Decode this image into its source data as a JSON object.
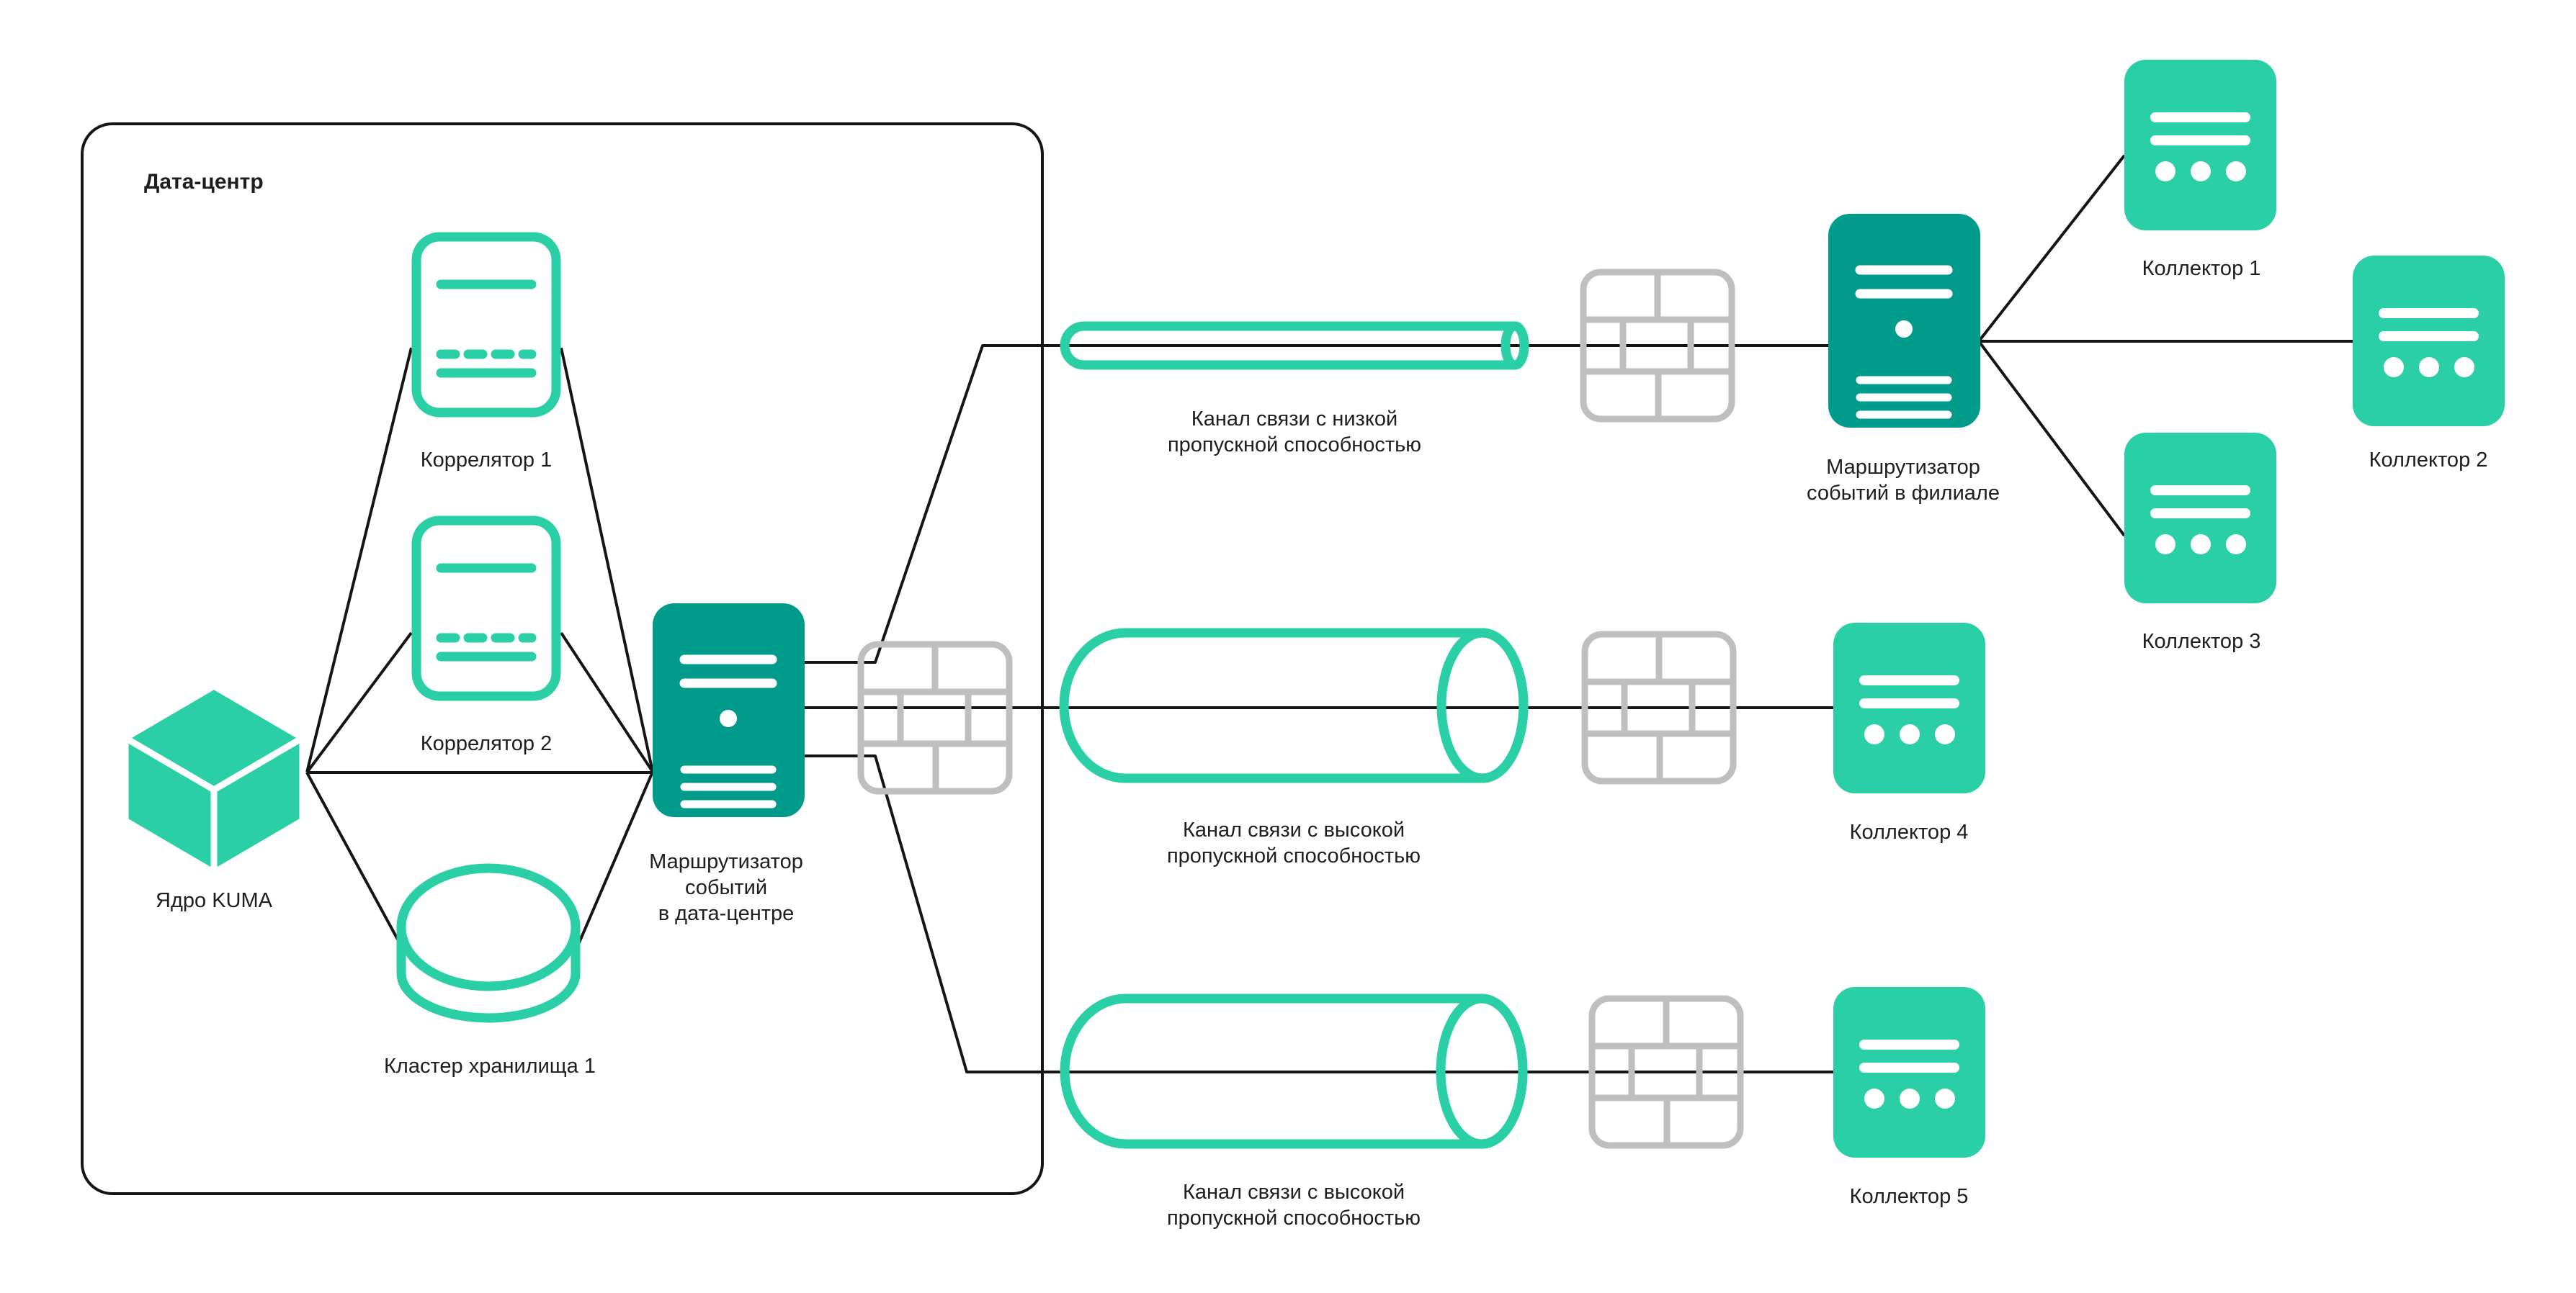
{
  "diagram": {
    "datacenter_title": "Дата-центр",
    "colors": {
      "teal": "#2BCFA6",
      "teal_dark": "#009B8A",
      "gray": "#BFBFBF",
      "line": "#151515",
      "text": "#1E1E1E",
      "background": "#FFFFFF",
      "icon_detail": "#FFFFFF"
    },
    "nodes": {
      "kuma_core": {
        "label": "Ядро KUMA",
        "icon": "cube-icon"
      },
      "correlator_1": {
        "label": "Коррелятор 1",
        "icon": "document-outline-icon"
      },
      "correlator_2": {
        "label": "Коррелятор 2",
        "icon": "document-outline-icon"
      },
      "storage_cluster": {
        "label": "Кластер хранилища 1",
        "icon": "database-cylinder-icon"
      },
      "dc_router": {
        "label_lines": [
          "Маршрутизатор",
          "событий",
          "в дата-центре"
        ],
        "icon": "server-icon"
      },
      "branch_router": {
        "label_lines": [
          "Маршрутизатор",
          "событий в филиале"
        ],
        "icon": "server-icon"
      },
      "collector_1": {
        "label": "Коллектор 1",
        "icon": "collector-card-icon"
      },
      "collector_2": {
        "label": "Коллектор 2",
        "icon": "collector-card-icon"
      },
      "collector_3": {
        "label": "Коллектор 3",
        "icon": "collector-card-icon"
      },
      "collector_4": {
        "label": "Коллектор 4",
        "icon": "collector-card-icon"
      },
      "collector_5": {
        "label": "Коллектор 5",
        "icon": "collector-card-icon"
      }
    },
    "channels": {
      "low_bandwidth": {
        "label_lines": [
          "Канал связи с низкой",
          "пропускной способностью"
        ],
        "bandwidth": "low",
        "icon": "pipe-cylinder-icon"
      },
      "high_bandwidth_1": {
        "label_lines": [
          "Канал связи с высокой",
          "пропускной способностью"
        ],
        "bandwidth": "high",
        "icon": "pipe-cylinder-icon"
      },
      "high_bandwidth_2": {
        "label_lines": [
          "Канал связи с высокой",
          "пропускной способностью"
        ],
        "bandwidth": "high",
        "icon": "pipe-cylinder-icon"
      }
    },
    "firewall_count": 4
  }
}
